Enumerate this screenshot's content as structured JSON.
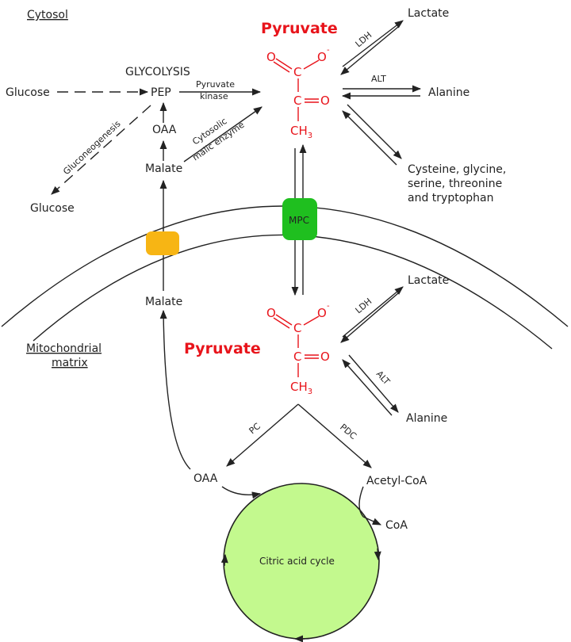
{
  "compartments": {
    "cytosol": "Cytosol",
    "matrix_line1": "Mitochondrial",
    "matrix_line2": "matrix"
  },
  "cytosol": {
    "pyruvate_title": "Pyruvate",
    "glycolysis": "GLYCOLYSIS",
    "glucose_in": "Glucose",
    "pep": "PEP",
    "oaa": "OAA",
    "malate": "Malate",
    "glucose_out": "Glucose",
    "gluconeogenesis": "Gluconeogenesis",
    "pyruvate_kinase_1": "Pyruvate",
    "pyruvate_kinase_2": "kinase",
    "malic_enzyme_1": "Cytosolic",
    "malic_enzyme_2": "malic enzyme",
    "lactate": "Lactate",
    "ldh": "LDH",
    "alt": "ALT",
    "alanine": "Alanine",
    "amino_1": "Cysteine, glycine,",
    "amino_2": "serine, threonine",
    "amino_3": "and tryptophan"
  },
  "molecule": {
    "o": "O",
    "o_minus": "O",
    "charge": "-",
    "c": "C",
    "ch3": "CH",
    "sub3": "3"
  },
  "transporters": {
    "mpc": "MPC",
    "malate_carrier_color": "#f7b514",
    "mpc_color": "#1fbf1f"
  },
  "matrix": {
    "pyruvate_title": "Pyruvate",
    "malate": "Malate",
    "lactate": "Lactate",
    "ldh": "LDH",
    "alt": "ALT",
    "alanine": "Alanine",
    "pc": "PC",
    "pdc": "PDC",
    "oaa": "OAA",
    "acetyl_coa": "Acetyl-CoA",
    "coa": "CoA",
    "cycle": "Citric acid cycle",
    "cycle_color": "#c3f98e"
  }
}
